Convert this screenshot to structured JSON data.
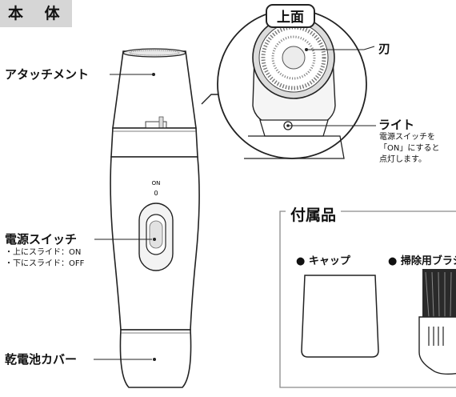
{
  "section_title": "本 体",
  "top_view_label": "上面",
  "labels": {
    "attachment": "アタッチメント",
    "power_switch": "電源スイッチ",
    "switch_up": "・上にスライド：ON",
    "switch_down": "・下にスライド：OFF",
    "battery_cover": "乾電池カバー",
    "blade": "刃",
    "light": "ライト",
    "light_note_1": "電源スイッチを",
    "light_note_2": "「ON」にすると",
    "light_note_3": "点灯します。"
  },
  "switch_marks": {
    "on": "ON",
    "zero": "0"
  },
  "accessories": {
    "title": "付属品",
    "cap": "● キャップ",
    "brush": "● 掃除用ブラシ"
  }
}
